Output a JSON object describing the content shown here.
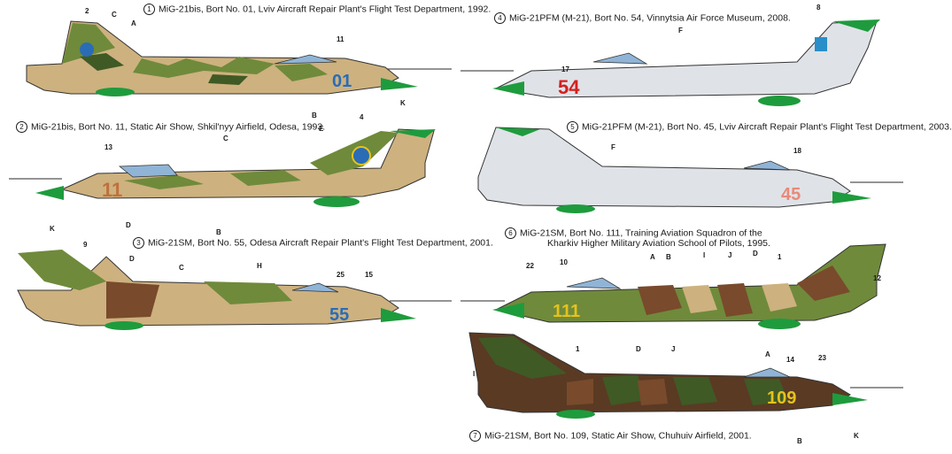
{
  "profiles": [
    {
      "num": "1",
      "caption": "MiG-21bis, Bort No. 01, Lviv Aircraft Repair Plant's Flight Test Department, 1992.",
      "bort": "01",
      "bort_color": "#2a6cb5",
      "labels": [
        "2",
        "C",
        "A",
        "11",
        "B"
      ]
    },
    {
      "num": "2",
      "caption": "MiG-21bis, Bort No. 11, Static Air Show, Shkil'nyy Airfield, Odesa, 1993.",
      "bort": "11",
      "bort_color": "#c0703a",
      "labels": [
        "13",
        "C",
        "E",
        "4",
        "K",
        "D",
        "B",
        "K"
      ]
    },
    {
      "num": "3",
      "caption": "MiG-21SM, Bort No. 55, Odesa Aircraft Repair Plant's Flight Test Department, 2001.",
      "bort": "55",
      "bort_color": "#2a6cb5",
      "labels": [
        "9",
        "D",
        "C",
        "H",
        "25",
        "15"
      ]
    },
    {
      "num": "4",
      "caption": "MiG-21PFM (M-21), Bort No. 54, Vinnytsia Air Force Museum, 2008.",
      "bort": "54",
      "bort_color": "#d42020",
      "labels": [
        "8",
        "F",
        "17"
      ]
    },
    {
      "num": "5",
      "caption": "MiG-21PFM (M-21), Bort No. 45, Lviv Aircraft Repair Plant's Flight Test Department, 2003.",
      "bort": "45",
      "bort_color": "#e88a7a",
      "labels": [
        "F",
        "18"
      ]
    },
    {
      "num": "6",
      "caption_line1": "MiG-21SM, Bort No. 111, Training Aviation Squadron of the",
      "caption_line2": "Kharkiv Higher Military Aviation School of Pilots, 1995.",
      "bort": "111",
      "bort_color": "#e6c21c",
      "labels": [
        "22",
        "10",
        "A",
        "B",
        "I",
        "J",
        "D",
        "1",
        "12"
      ]
    },
    {
      "num": "7",
      "caption": "MiG-21SM, Bort No. 109, Static Air Show, Chuhuiv Airfield, 2001.",
      "bort": "109",
      "bort_color": "#e6c21c",
      "labels": [
        "I",
        "1",
        "D",
        "J",
        "A",
        "14",
        "23",
        "B",
        "K"
      ]
    }
  ],
  "colors": {
    "camo_tan": "#cdb27f",
    "camo_green": "#6f8a3a",
    "camo_dark": "#3f5a25",
    "camo_brown": "#7a4a2c",
    "nose_green": "#1e9b3c",
    "silver": "#dfe3e8",
    "canopy": "#8fb4d6"
  }
}
